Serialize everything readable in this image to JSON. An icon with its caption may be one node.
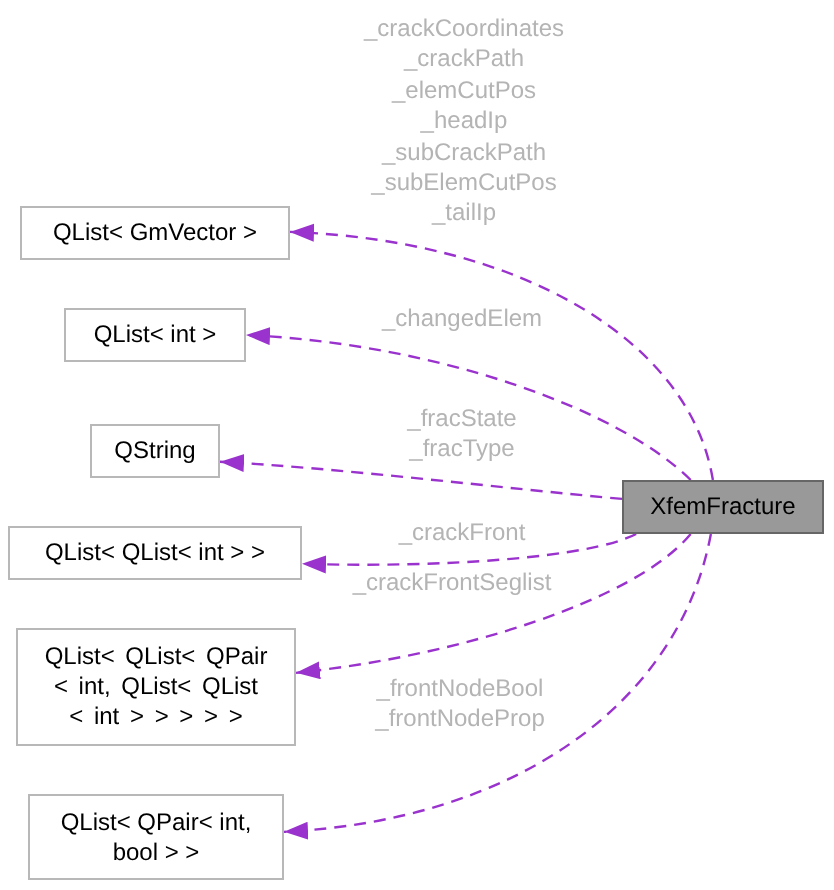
{
  "diagram": {
    "nodes": [
      {
        "text": [
          "QList< GmVector >"
        ]
      },
      {
        "text": [
          "QList< int >"
        ]
      },
      {
        "text": [
          "QString"
        ]
      },
      {
        "text": [
          "XfemFracture"
        ]
      },
      {
        "text": [
          "QList< QList< int > >"
        ]
      },
      {
        "text": [
          "QList< QList< QPair < int, QList< QList < int > > > > >"
        ]
      },
      {
        "text": [
          "QList< QPair< int, bool > >"
        ]
      }
    ],
    "edges": [
      {
        "from": 3,
        "to": 0,
        "arrow": "to",
        "label": "_crackCoordinates _crackPath _elemCutPos _headIp _subCrackPath _subElemCutPos _tailIp",
        "style": "dashed"
      },
      {
        "from": 3,
        "to": 1,
        "arrow": "to",
        "label": "_changedElem",
        "style": "dashed"
      },
      {
        "from": 3,
        "to": 2,
        "arrow": "to",
        "label": "_fracState _fracType",
        "style": "dashed"
      },
      {
        "from": 3,
        "to": 4,
        "arrow": "to",
        "label": "_crackFront",
        "style": "dashed"
      },
      {
        "from": 3,
        "to": 5,
        "arrow": "to",
        "label": "_crackFrontSeglist",
        "style": "dashed"
      },
      {
        "from": 3,
        "to": 6,
        "arrow": "to",
        "label": "_frontNodeBool _frontNodeProp",
        "style": "dashed"
      }
    ]
  }
}
